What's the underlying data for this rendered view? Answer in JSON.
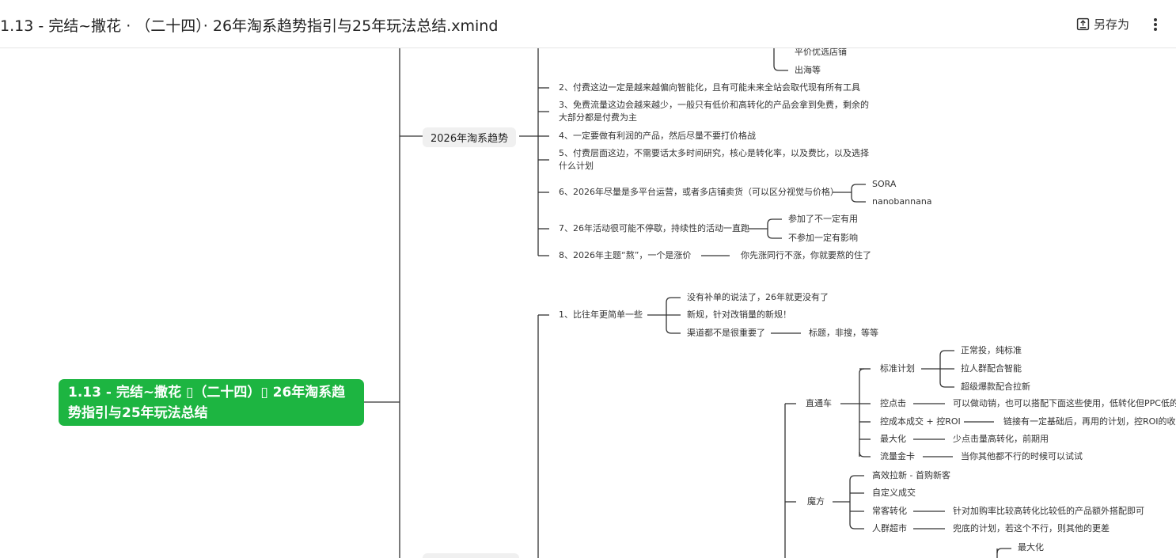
{
  "header": {
    "title": "1.13 - 完结~撒花 · （二十四）· 26年淘系趋势指引与25年玩法总结.xmind",
    "save_as_label": "另存为",
    "save_icon": "save-as-icon",
    "more_icon": "more-vertical-icon"
  },
  "root": {
    "line1": "1.13 - 完结~撒花 ▯（二十四）▯ 26年淘系趋",
    "line2": "势指引与25年玩法总结"
  },
  "colors": {
    "root_bg": "#1db541",
    "branch_bg": "#f0f0f0",
    "line": "#333333"
  },
  "trend": {
    "label": "2026年淘系趋势",
    "top_children": [
      "平价优选店铺",
      "出海等"
    ],
    "items": [
      "2、付费这边一定是越来越偏向智能化，且有可能未来全站会取代现有所有工具",
      "3、免费流量这边会越来越少，一般只有低价和高转化的产品会拿到免费，剩余的",
      "大部分都是付费为主",
      "4、一定要做有利润的产品，然后尽量不要打价格战",
      "5、付费层面这边，不需要话太多时间研究，核心是转化率，以及费比，以及选择",
      "什么计划",
      "6、2026年尽量是多平台运营，或者多店铺卖货（可以区分视觉与价格）",
      "7、26年活动很可能不停歇，持续性的活动一直跑",
      "8、2026年主题“熬”，一个是涨价"
    ],
    "item6_children": [
      "SORA",
      "nanobannana"
    ],
    "item7_children": [
      "参加了不一定有用",
      "不参加一定有影响"
    ],
    "item8_child": "你先涨同行不涨，你就要熬的住了"
  },
  "summary": {
    "item1": "1、比往年更简单一些",
    "item1_children": [
      "没有补单的说法了，26年就更没有了",
      "新规，针对改销量的新规！",
      "渠道都不是很重要了"
    ],
    "channel_child": "标题，非搜，等等",
    "zhitongche": "直通车",
    "standard_plan": "标准计划",
    "standard_children": [
      "正常投，纯标准",
      "拉人群配合智能",
      "超级爆款配合拉新"
    ],
    "ztc_items": [
      {
        "label": "控点击",
        "child": "可以做动销，也可以搭配下面这些使用，低转化但PPC低的工"
      },
      {
        "label": "控成本成交 + 控ROI",
        "child": "链接有一定基础后，再用的计划，控ROI的收割"
      },
      {
        "label": "最大化",
        "child": "少点击量高转化，前期用"
      },
      {
        "label": "流量金卡",
        "child": "当你其他都不行的时候可以试试"
      }
    ],
    "mofang": "魔方",
    "mofang_items": [
      {
        "label": "高效拉新 - 首购新客",
        "child": ""
      },
      {
        "label": "自定义成交",
        "child": ""
      },
      {
        "label": "常客转化",
        "child": "针对加购率比较高转化比较低的产品额外搭配即可"
      },
      {
        "label": "人群超市",
        "child": "兜底的计划，若这个不行，则其他的更差"
      }
    ],
    "bottom_child": "最大化"
  }
}
